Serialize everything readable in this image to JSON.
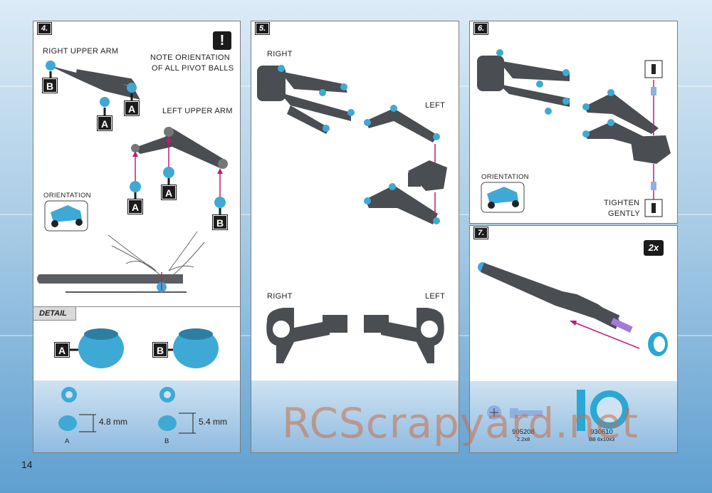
{
  "page": {
    "number": "14"
  },
  "watermark": "RCScrapyard.net",
  "step4": {
    "badge": "4.",
    "right_upper_arm": "RIGHT UPPER ARM",
    "left_upper_arm": "LEFT UPPER ARM",
    "note_icon": "!",
    "note_line1": "NOTE ORIENTATION",
    "note_line2": "OF ALL PIVOT BALLS",
    "orientation": "ORIENTATION",
    "tag_a": "A",
    "tag_b": "B",
    "detail": "DETAIL",
    "parts": {
      "a_dim": "4.8 mm",
      "b_dim": "5.4 mm",
      "a_label": "A",
      "b_label": "B"
    }
  },
  "step5": {
    "badge": "5.",
    "right_top": "RIGHT",
    "left_top": "LEFT",
    "right_bottom": "RIGHT",
    "left_bottom": "LEFT"
  },
  "step6": {
    "badge": "6.",
    "orientation": "ORIENTATION",
    "tighten1": "TIGHTEN",
    "tighten2": "GENTLY"
  },
  "step7": {
    "badge": "7.",
    "qty": "2x",
    "parts": [
      {
        "code": "905208",
        "desc": "2.2x8"
      },
      {
        "code": "930610",
        "desc": "BB 6x10x3"
      }
    ]
  },
  "colors": {
    "part_blue": "#3fa9d6",
    "part_grey": "#4a4d52",
    "arrow_magenta": "#c2187a"
  }
}
